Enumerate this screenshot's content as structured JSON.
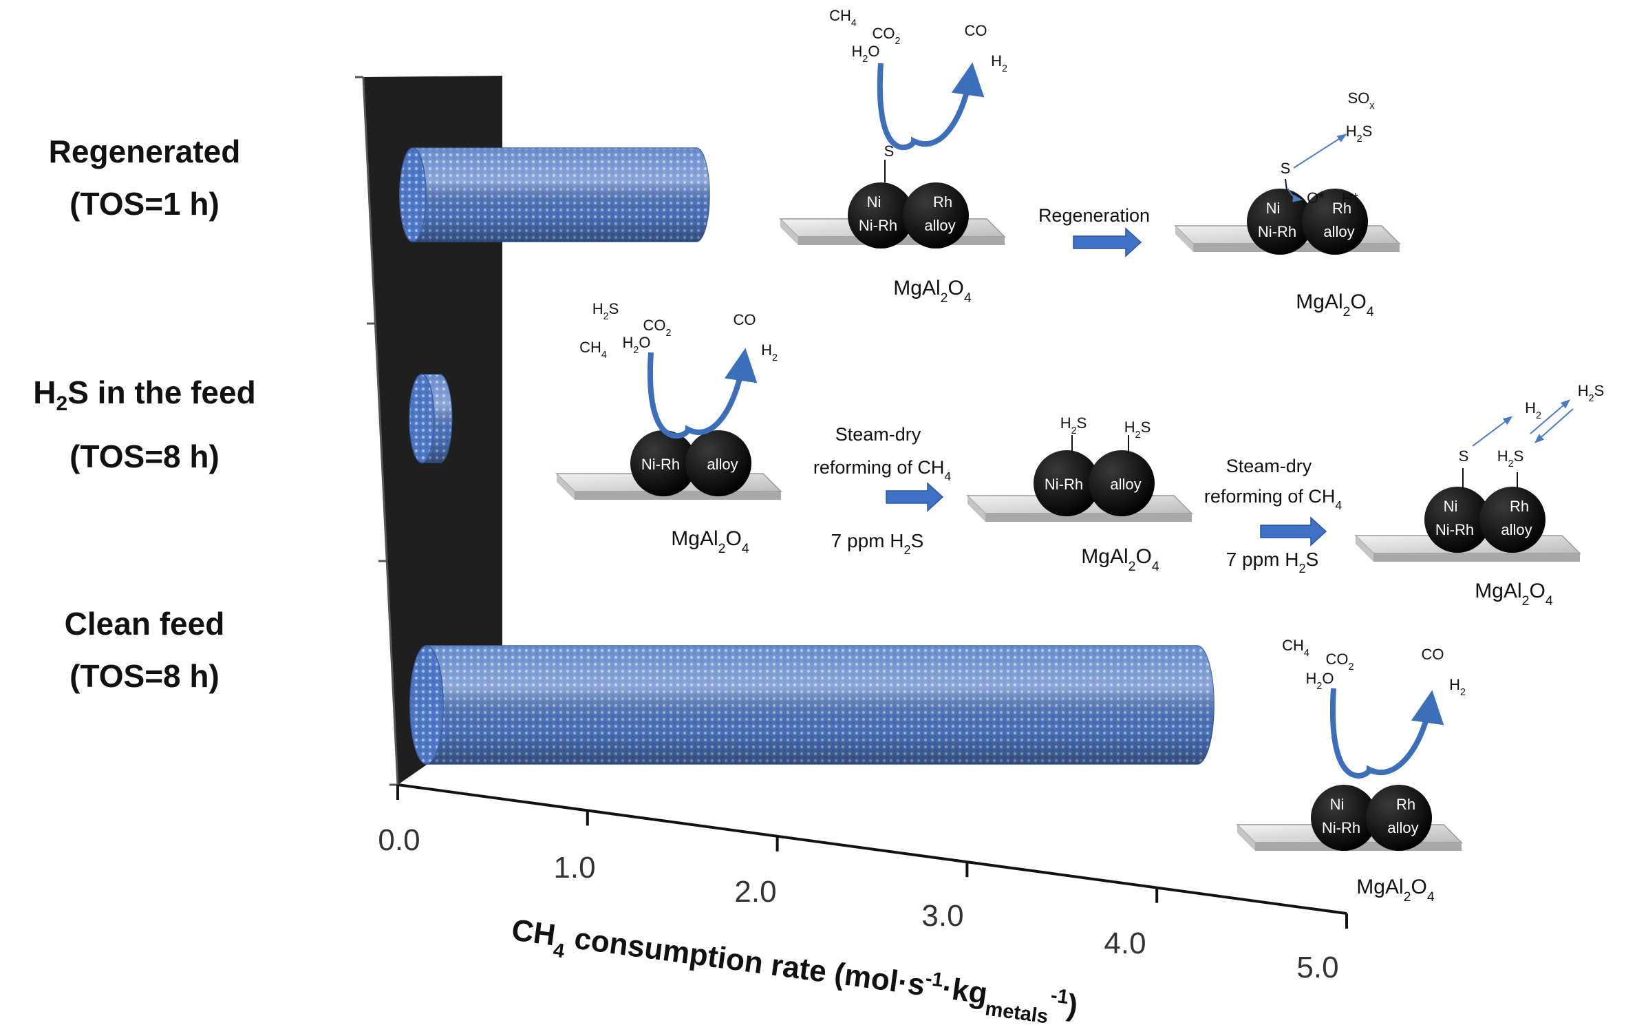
{
  "chart_data": {
    "type": "bar",
    "orientation": "horizontal",
    "style": "3d-cylinder",
    "categories": [
      {
        "line1": "Regenerated",
        "line2": "(TOS=1 h)"
      },
      {
        "line1": "H2S in the feed",
        "line2": "(TOS=8 h)"
      },
      {
        "line1": "Clean feed",
        "line2": "(TOS=8 h)"
      }
    ],
    "values": [
      1.6,
      0.1,
      4.35
    ],
    "xlim": [
      0,
      5
    ],
    "xticks": [
      "0.0",
      "1.0",
      "2.0",
      "3.0",
      "4.0",
      "5.0"
    ],
    "xlabel": {
      "prefix": "CH",
      "sub1": "4",
      "text": " consumption rate (mol·s",
      "sup1": "-1",
      "mid": "·kg",
      "sub2": "metals",
      "sup2": "-1",
      "end": ")"
    },
    "bar_color": "#4f78c4",
    "wall_color": "#1f1f1f"
  },
  "schematics": {
    "support_label": "MgAl2O4",
    "alloy_label": "Ni-Rh alloy",
    "ni": "Ni",
    "rh": "Rh",
    "ni_rh": "Ni-Rh",
    "alloy": "alloy",
    "s": "S",
    "h2s": "H2S",
    "reactants": {
      "ch4": "CH4",
      "co2": "CO2",
      "h2o": "H2O",
      "h2s": "H2S"
    },
    "products": {
      "co": "CO",
      "h2": "H2",
      "sox": "SOx"
    },
    "o_star": "O*",
    "h_star": "H*",
    "regeneration_label": "Regeneration",
    "step_label_line1": "Steam-dry",
    "step_label_line2": "reforming of CH4",
    "step_condition": "7 ppm H2S"
  }
}
